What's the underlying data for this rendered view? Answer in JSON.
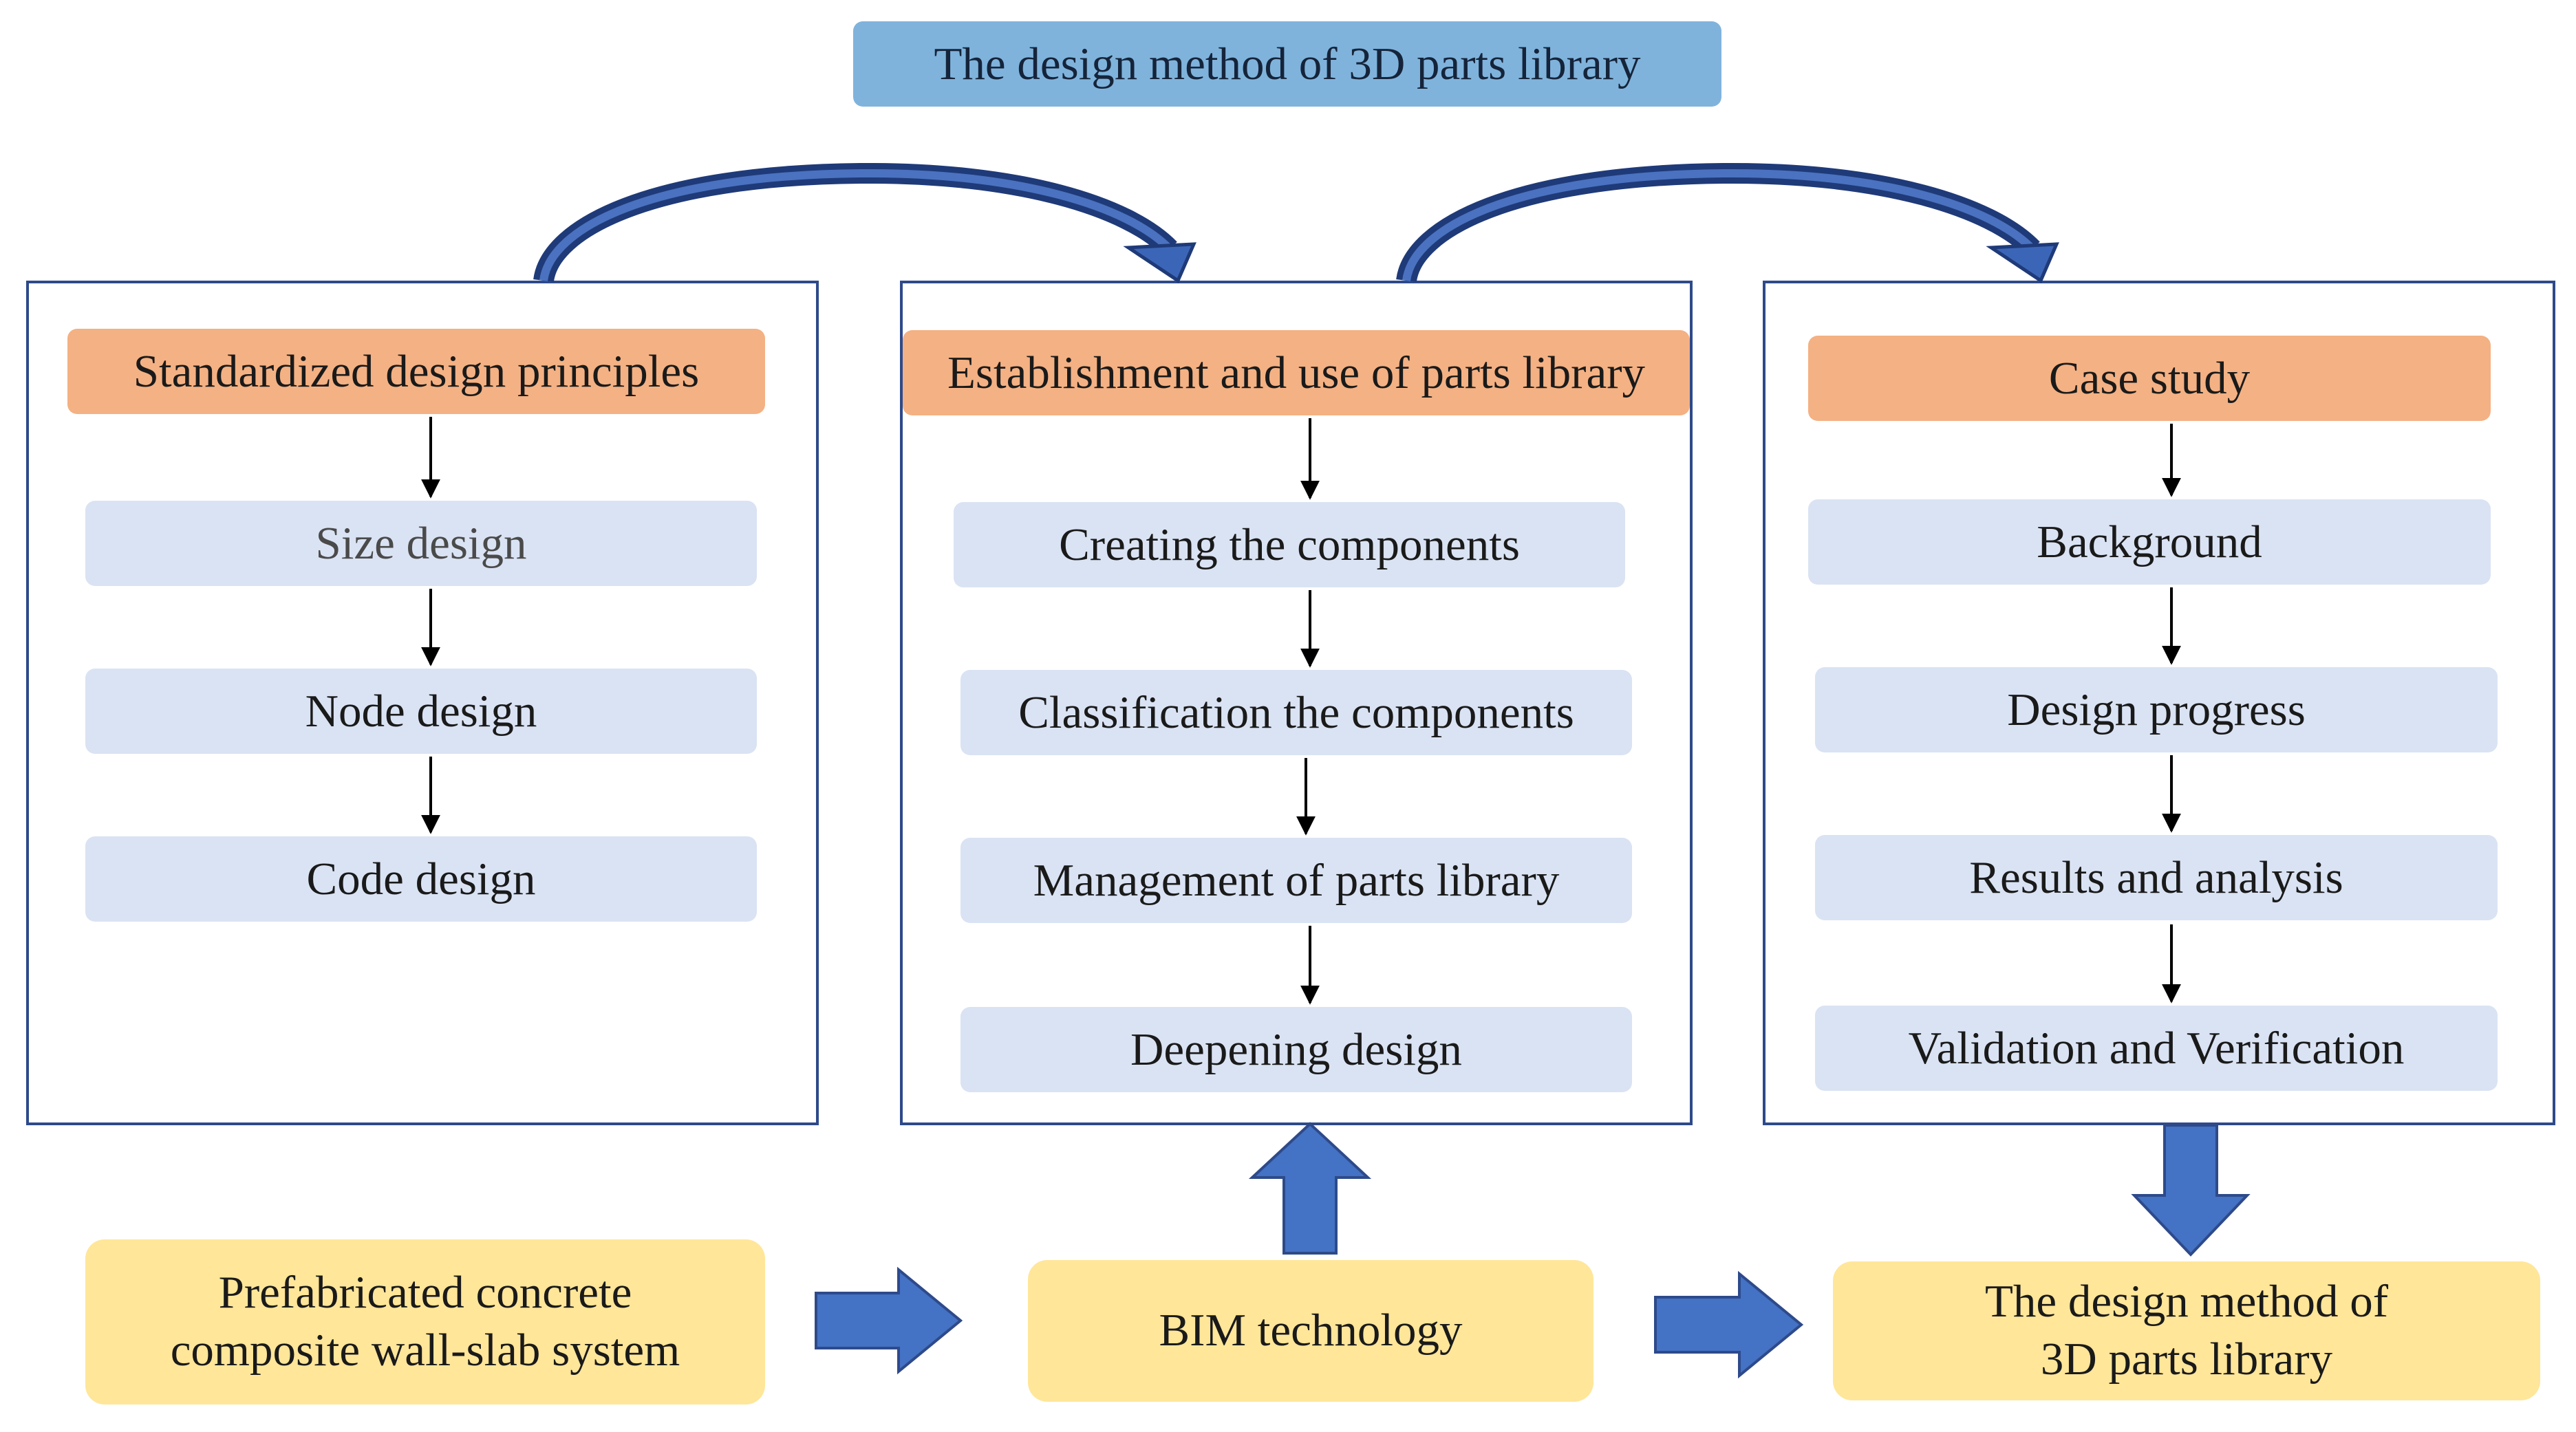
{
  "title": "The design method of 3D parts library",
  "columns": [
    {
      "heading": "Standardized design principles",
      "items": [
        "Size design",
        "Node design",
        "Code design"
      ]
    },
    {
      "heading": "Establishment and use of parts library",
      "items": [
        "Creating the components",
        "Classification the components",
        "Management of parts library",
        "Deepening design"
      ]
    },
    {
      "heading": "Case study",
      "items": [
        "Background",
        "Design progress",
        "Results and analysis",
        "Validation and Verification"
      ]
    }
  ],
  "bottom_row": {
    "left": "Prefabricated concrete\ncomposite wall-slab system",
    "middle": "BIM technology",
    "right": "The design method of\n3D parts library"
  },
  "colors": {
    "title_fill": "#7fb3dc",
    "heading_fill": "#f4b183",
    "item_fill": "#dae3f3",
    "bottom_fill": "#ffe699",
    "panel_border": "#2e4a8a",
    "big_arrow": "#4472c4"
  }
}
